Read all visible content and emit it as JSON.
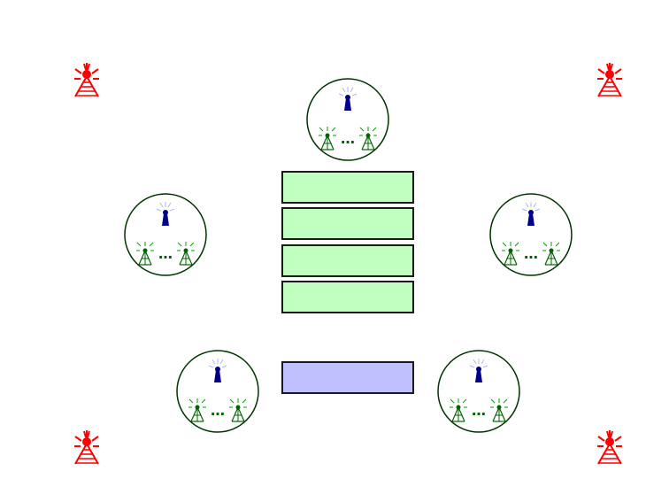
{
  "diagram": {
    "ellipsis": "…",
    "colors": {
      "background": "#ffffff",
      "main_tower": "#ff0000",
      "cluster_outline": "#003300",
      "head_node": "#00008b",
      "head_signal": "#b3b3ff",
      "member_node": "#006400",
      "member_signal": "#00a000",
      "queue_block_fill": "#c0ffc0",
      "queue_block_stroke": "#1a1a1a",
      "extra_block_fill": "#c0c0ff"
    },
    "main_towers": [
      {
        "icon": "radio-tower-icon",
        "position": "top-left"
      },
      {
        "icon": "radio-tower-icon",
        "position": "top-right"
      },
      {
        "icon": "radio-tower-icon",
        "position": "bottom-left"
      },
      {
        "icon": "radio-tower-icon",
        "position": "bottom-right"
      }
    ],
    "clusters": [
      {
        "position": "top-center",
        "head_icon": "head-node-icon",
        "member_icon": "antenna-tower-icon"
      },
      {
        "position": "middle-left",
        "head_icon": "head-node-icon",
        "member_icon": "antenna-tower-icon"
      },
      {
        "position": "middle-right",
        "head_icon": "head-node-icon",
        "member_icon": "antenna-tower-icon"
      },
      {
        "position": "bottom-left",
        "head_icon": "head-node-icon",
        "member_icon": "antenna-tower-icon"
      },
      {
        "position": "bottom-right",
        "head_icon": "head-node-icon",
        "member_icon": "antenna-tower-icon"
      }
    ],
    "queue_blocks": 4,
    "extra_blocks": 1
  }
}
